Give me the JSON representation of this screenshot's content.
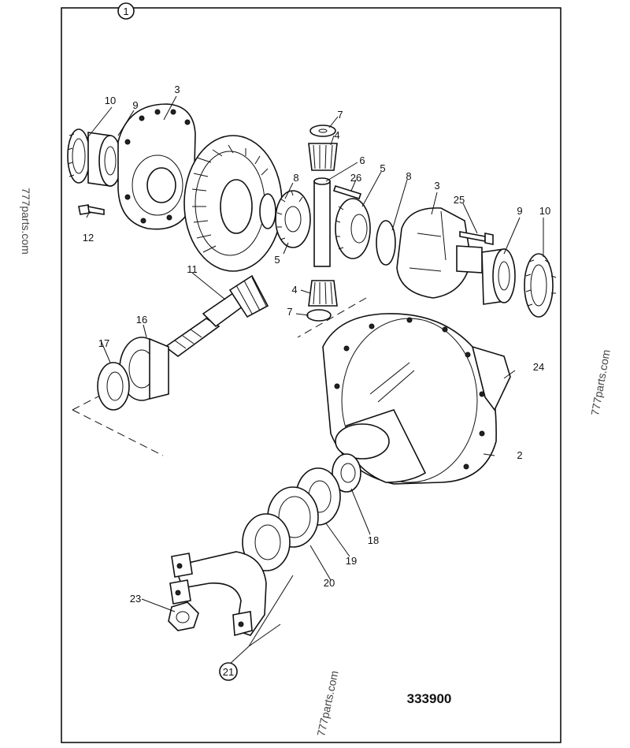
{
  "title_callout": "1",
  "drawing_number": "333900",
  "watermarks": [
    "777parts.com",
    "777parts.com",
    "777parts.com"
  ],
  "part_labels": {
    "p2": "2",
    "p3a": "3",
    "p3b": "3",
    "p4a": "4",
    "p4b": "4",
    "p5a": "5",
    "p5b": "5",
    "p6": "6",
    "p7a": "7",
    "p7b": "7",
    "p8a": "8",
    "p8b": "8",
    "p9a": "9",
    "p9b": "9",
    "p10a": "10",
    "p10b": "10",
    "p11": "11",
    "p12": "12",
    "p16": "16",
    "p17": "17",
    "p18": "18",
    "p19": "19",
    "p20": "20",
    "p21": "21",
    "p23": "23",
    "p24": "24",
    "p25": "25",
    "p26": "26"
  }
}
